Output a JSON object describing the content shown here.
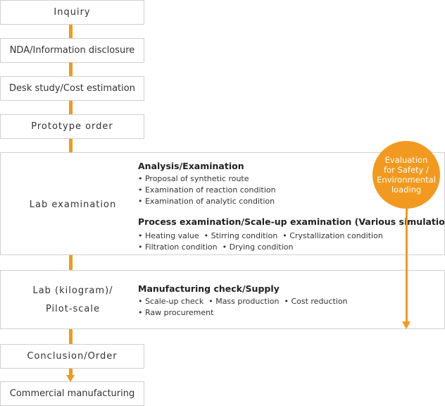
{
  "steps": {
    "inquiry": "Inquiry",
    "nda": "NDA/Information disclosure",
    "desk_study": "Desk study/Cost estimation",
    "prototype": "Prototype order",
    "lab_examination": "Lab examination",
    "lab_kilogram_line1": "Lab (kilogram)/",
    "lab_kilogram_line2": "Pilot-scale",
    "conclusion": "Conclusion/Order",
    "commercial": "Commercial manufacturing"
  },
  "lab_section": {
    "analysis_title": "Analysis/Examination",
    "analysis_items": [
      "• Proposal of synthetic route",
      "• Examination of reaction condition",
      "• Examination of analytic condition"
    ],
    "process_title": "Process examination/Scale-up examination (Various simulations)",
    "process_row1": [
      "• Heating value",
      "• Stirring condition",
      "• Crystallization condition"
    ],
    "process_row2": [
      "• Filtration condition",
      "• Drying condition"
    ]
  },
  "pilot_section": {
    "title": "Manufacturing check/Supply",
    "row1": [
      "• Scale-up check",
      "• Mass production",
      "• Cost reduction"
    ],
    "row2": [
      "• Raw procurement"
    ]
  },
  "evaluation": {
    "line1": "Evaluation",
    "line2": "for Safety /",
    "line3": "Environmental",
    "line4": "loading"
  },
  "colors": {
    "accent": "#f29a1f",
    "border": "#d0d0d0"
  }
}
